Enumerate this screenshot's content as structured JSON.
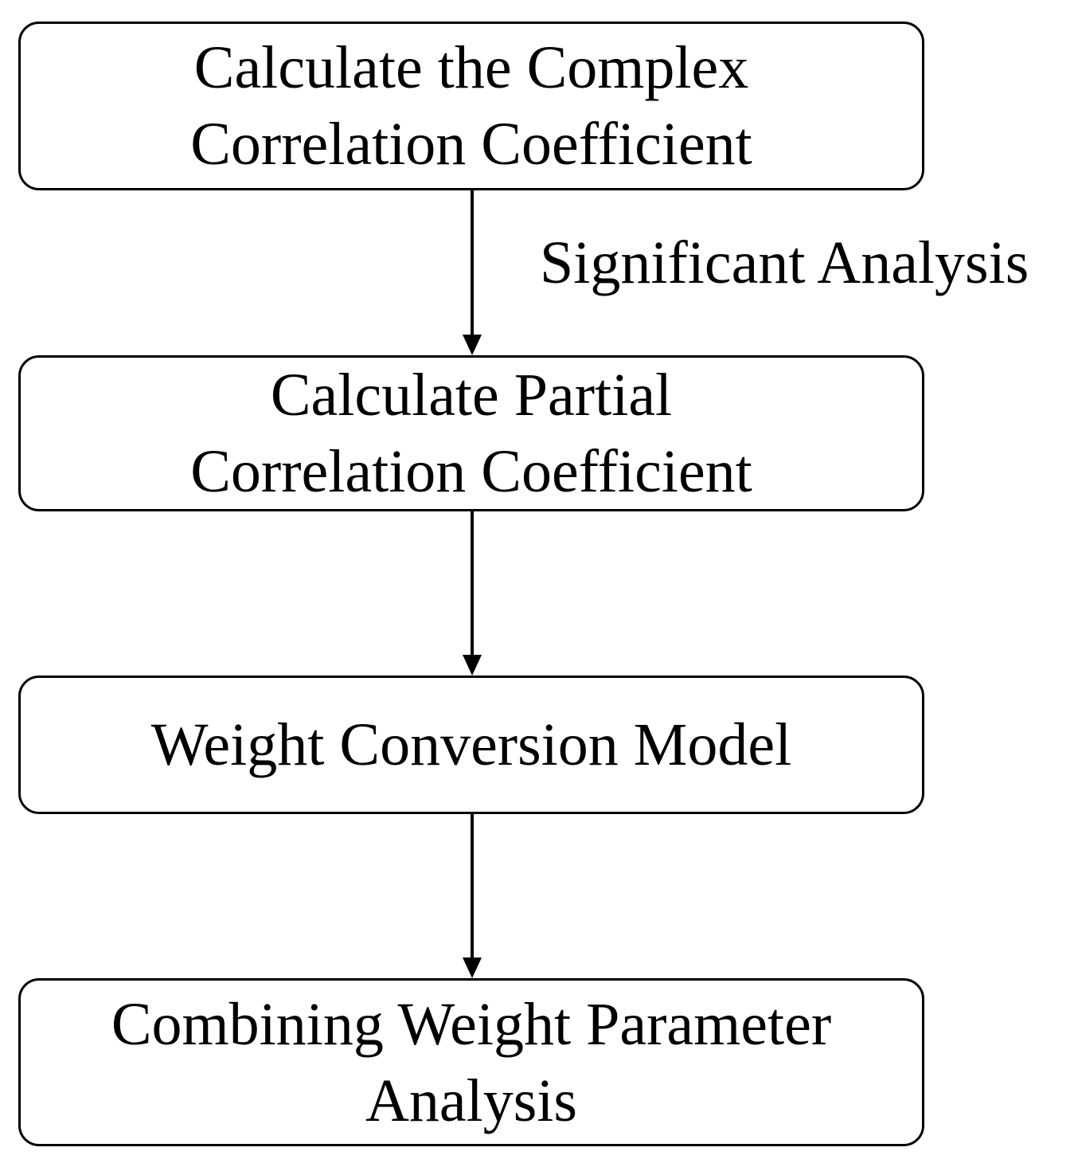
{
  "diagram": {
    "nodes": [
      {
        "id": "n1",
        "label": "Calculate the Complex\nCorrelation Coefficient"
      },
      {
        "id": "n2",
        "label": "Calculate Partial\nCorrelation Coefficient"
      },
      {
        "id": "n3",
        "label": "Weight Conversion Model"
      },
      {
        "id": "n4",
        "label": "Combining Weight Parameter\nAnalysis"
      }
    ],
    "edges": [
      {
        "from": "n1",
        "to": "n2",
        "label": "Significant Analysis"
      },
      {
        "from": "n2",
        "to": "n3",
        "label": ""
      },
      {
        "from": "n3",
        "to": "n4",
        "label": ""
      }
    ]
  }
}
